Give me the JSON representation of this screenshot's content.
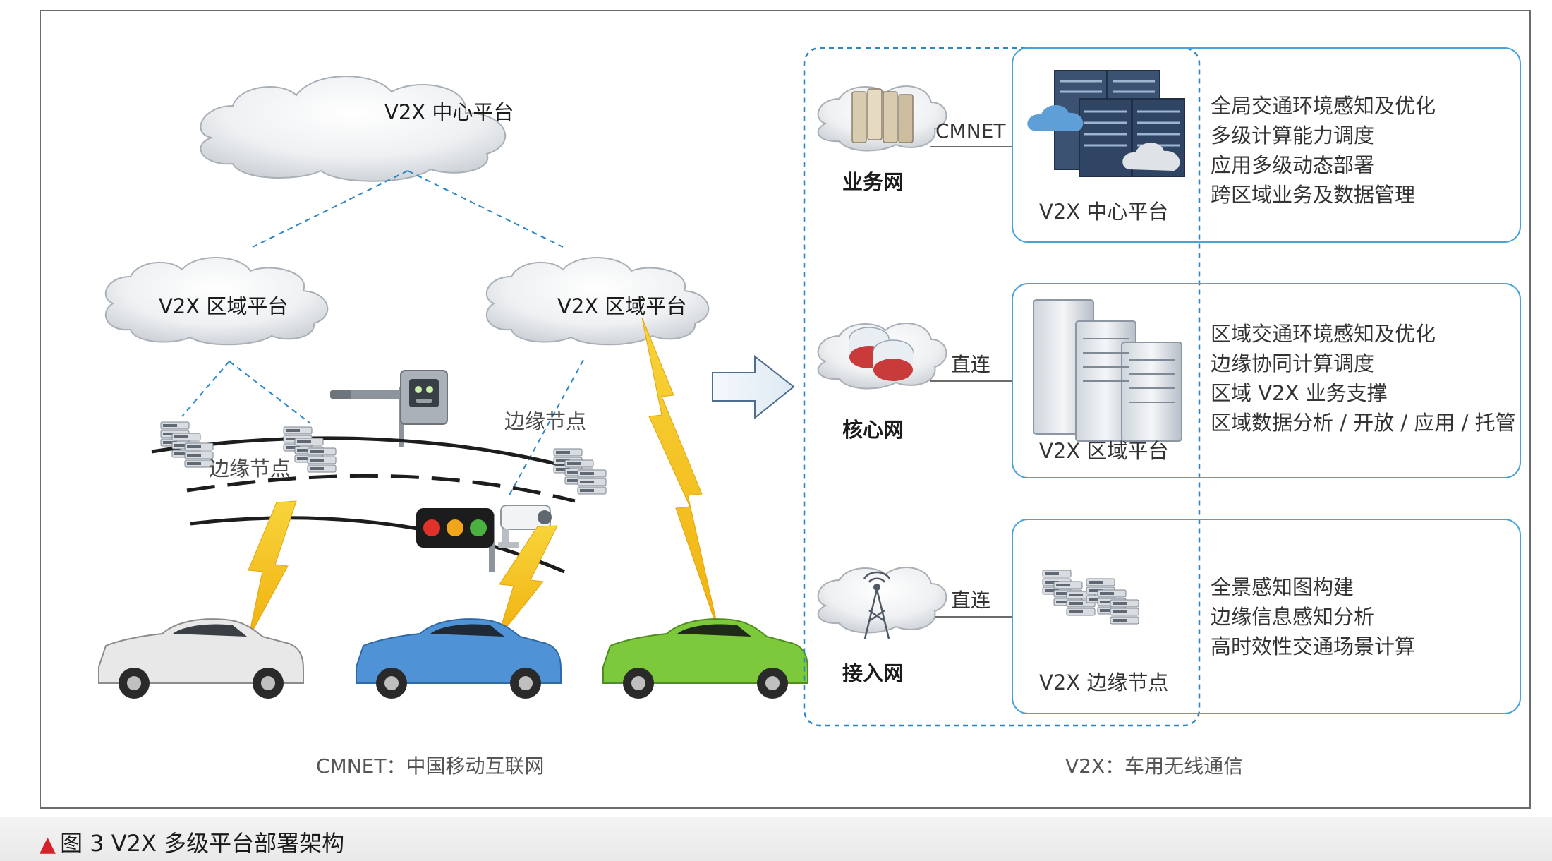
{
  "clouds": {
    "center": "V2X 中心平台",
    "region_left": "V2X 区域平台",
    "region_right": "V2X 区域平台"
  },
  "edge_labels": {
    "left": "边缘节点",
    "right": "边缘节点"
  },
  "left_footer": "CMNET：中国移动互联网",
  "right_footer": "V2X：车用无线通信",
  "tiers": [
    {
      "network": "业务网",
      "link": "CMNET",
      "platform": "V2X 中心平台",
      "features": [
        "全局交通环境感知及优化",
        "多级计算能力调度",
        "应用多级动态部署",
        "跨区域业务及数据管理"
      ]
    },
    {
      "network": "核心网",
      "link": "直连",
      "platform": "V2X 区域平台",
      "features": [
        "区域交通环境感知及优化",
        "边缘协同计算调度",
        "区域 V2X 业务支撑",
        "区域数据分析 / 开放 / 应用 / 托管"
      ]
    },
    {
      "network": "接入网",
      "link": "直连",
      "platform": "V2X 边缘节点",
      "features": [
        "全景感知图构建",
        "边缘信息感知分析",
        "高时效性交通场景计算"
      ]
    }
  ],
  "caption": {
    "marker": "▲",
    "text": "图 3 V2X 多级平台部署架构"
  },
  "colors": {
    "accent_blue": "#4aa3d8",
    "dashed_line": "#2b86c5",
    "lightning": "#f3c21a",
    "car_white": "#e8e8e8",
    "car_blue": "#4f93d6",
    "car_green": "#7dc93c",
    "caption_marker": "#d2232a"
  }
}
